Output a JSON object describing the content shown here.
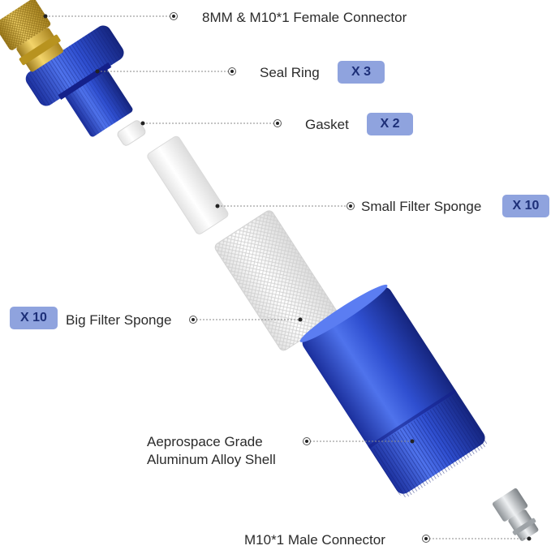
{
  "parts": [
    {
      "id": "female-connector",
      "label": "8MM & M10*1 Female Connector",
      "quantity": ""
    },
    {
      "id": "seal-ring",
      "label": "Seal Ring",
      "quantity": "X 3"
    },
    {
      "id": "gasket",
      "label": "Gasket",
      "quantity": "X 2"
    },
    {
      "id": "small-filter-sponge",
      "label": "Small Filter Sponge",
      "quantity": "X 10"
    },
    {
      "id": "big-filter-sponge",
      "label": "Big Filter Sponge",
      "quantity": "X 10"
    },
    {
      "id": "aluminum-shell",
      "label_line1": "Aeprospace Grade",
      "label_line2": "Aluminum Alloy Shell",
      "quantity": ""
    },
    {
      "id": "male-connector",
      "label": "M10*1 Male Connector",
      "quantity": ""
    }
  ],
  "colors": {
    "anodized_blue": "#2f4fd0",
    "brass": "#d9b13c",
    "sponge_white": "#f3f3f3",
    "badge_fill": "#8fa3de",
    "badge_text": "#1d2f78",
    "leader_line": "#8a8a8a"
  }
}
